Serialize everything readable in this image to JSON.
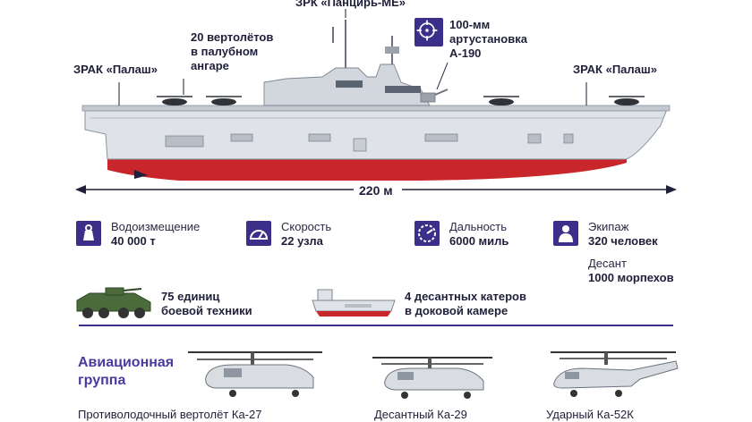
{
  "ship_labels": {
    "zrk_top": "ЗРК «Панцирь-МЕ»",
    "helicopters_hangar": [
      "20 вертолётов",
      "в палубном",
      "ангаре"
    ],
    "gun": [
      "100-мм",
      "артустановка",
      "А-190"
    ],
    "palash_left": "ЗРАК «Палаш»",
    "palash_right": "ЗРАК «Палаш»",
    "length": "220 м"
  },
  "stats": [
    {
      "name": "Водоизмещение",
      "value": "40 000 т",
      "icon": "weight-icon"
    },
    {
      "name": "Скорость",
      "value": "22 узла",
      "icon": "speedometer-icon"
    },
    {
      "name": "Дальность",
      "value": "6000 миль",
      "icon": "range-icon"
    },
    {
      "name": "Экипаж",
      "value": "320 человек",
      "icon": "person-icon"
    }
  ],
  "landing": {
    "name": "Десант",
    "value": "1000 морпехов"
  },
  "cargo": {
    "vehicles": [
      "75 единиц",
      "боевой техники"
    ],
    "boats": [
      "4 десантных катеров",
      "в доковой камере"
    ]
  },
  "aviation": {
    "title": [
      "Авиационная",
      "группа"
    ],
    "helicopters": [
      "Противолодочный вертолёт Ка-27",
      "Десантный Ка-29",
      "Ударный Ка-52К"
    ]
  },
  "colors": {
    "accent": "#3b2f8a",
    "hull_red": "#c8262b",
    "hull_gray": "#dfe3e8"
  }
}
